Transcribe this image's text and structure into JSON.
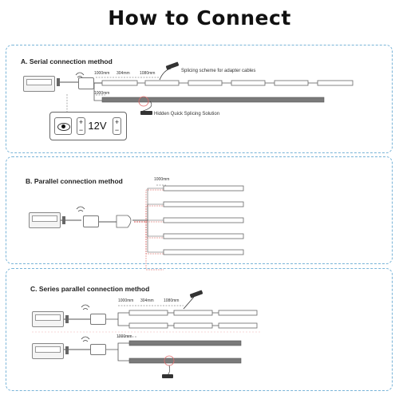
{
  "title": "How to Connect",
  "sections": {
    "a": {
      "title": "A.  Serial connection method",
      "dim1": "1000mm",
      "dim2": "304mm",
      "dim3": "1080mm",
      "dim4": "1000mm",
      "splice_note": "Splicing scheme for adapter cables",
      "hidden_note": "Hidden Quick Splicing Solution",
      "voltage": "12V",
      "plus": "+",
      "minus": "−"
    },
    "b": {
      "title": "B.  Parallel connection method",
      "dim1": "1000mm"
    },
    "c": {
      "title": "C.  Series parallel connection method",
      "dim1": "1000mm",
      "dim2": "304mm",
      "dim3": "1080mm",
      "dim4": "1000mm"
    }
  },
  "colors": {
    "panel_border": "#79b4d8",
    "strip_light": "#ffffff",
    "strip_dark": "#7a7a7a",
    "wire_red": "#d9534f"
  }
}
